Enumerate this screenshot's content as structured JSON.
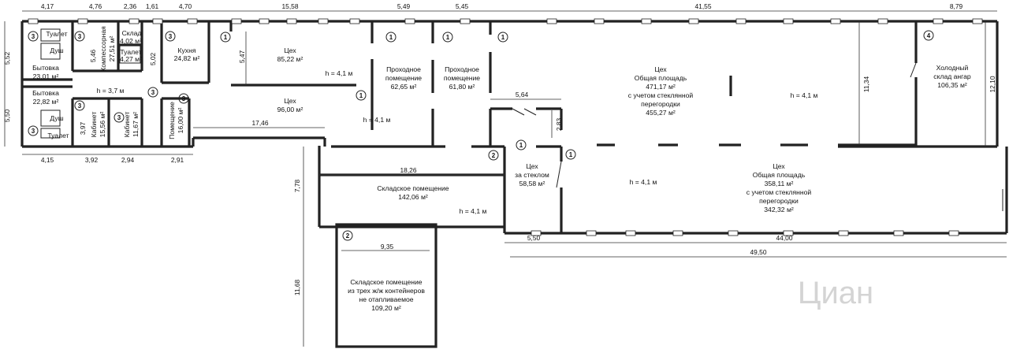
{
  "dims": {
    "top": [
      "4,17",
      "4,76",
      "2,36",
      "1,61",
      "4,70",
      "15,58",
      "5,49",
      "5,45",
      "41,55",
      "8,79"
    ],
    "left": [
      "5,52",
      "5,50"
    ],
    "bottom_row": [
      "4,15",
      "3,92",
      "2,94",
      "2,91",
      "17,46",
      "18,26"
    ],
    "right": [
      "12,10",
      "11,34"
    ],
    "misc": [
      "5,46",
      "5,47",
      "5,02",
      "3,97",
      "5,64",
      "2,83",
      "7,78",
      "11,68",
      "9,35"
    ],
    "bottom": [
      "5,50",
      "44,00",
      "49,50"
    ]
  },
  "markers": [
    "1",
    "2",
    "3",
    "4"
  ],
  "height_label": "h = 4,1 м",
  "corridor_height": "h = 3,7 м",
  "rooms": {
    "toilet": "Туалет",
    "shower": "Душ",
    "bytovka1": "Бытовка",
    "bytovka1_area": "23,01 м²",
    "bytovka2": "Бытовка",
    "bytovka2_area": "22,82 м²",
    "compressor": "Компессорная",
    "compressor_area": "27,51 м²",
    "sklad_small": "Склад",
    "sklad_small_area": "4,02 м²",
    "toilet_small": "Туалет",
    "toilet_small_area": "4,27 м²",
    "kitchen": "Кухня",
    "kitchen_area": "24,82 м²",
    "cabinet1": "Кабинет",
    "cabinet1_area": "15,56 м²",
    "cabinet2": "Кабинет",
    "cabinet2_area": "11,67 м²",
    "pomeshchenie": "Помещение",
    "pomeshchenie_area": "16,00 м²",
    "tseh1": "Цех",
    "tseh1_area": "85,22 м²",
    "tseh2": "Цех",
    "tseh2_area": "96,00 м²",
    "prohod1_a": "Проходное",
    "prohod1_b": "помещение",
    "prohod1_area": "62,65 м²",
    "prohod2_a": "Проходное",
    "prohod2_b": "помещение",
    "prohod2_area": "61,80 м²",
    "tseh_big": "Цех",
    "tseh_big_l1": "Общая площадь",
    "tseh_big_area1": "471,17 м²",
    "tseh_big_l2": "с учетом стеклянной",
    "tseh_big_l3": "перегородки",
    "tseh_big_area2": "455,27 м²",
    "cold_l1": "Холодный",
    "cold_l2": "склад ангар",
    "cold_area": "106,35 м²",
    "glass_l1": "Цех",
    "glass_l2": "за стеклом",
    "glass_area": "58,58 м²",
    "tseh_low": "Цех",
    "tseh_low_l1": "Общая площадь",
    "tseh_low_area1": "358,11 м²",
    "tseh_low_l2": "с учетом стеклянной",
    "tseh_low_l3": "перегородки",
    "tseh_low_area2": "342,32 м²",
    "storage": "Складское помещение",
    "storage_area": "142,06 м²",
    "cont_l1": "Складское помещение",
    "cont_l2": "из трех ж/ж контейнеров",
    "cont_l3": "не отапливаемое",
    "cont_area": "109,20 м²"
  },
  "watermark": "Циан"
}
